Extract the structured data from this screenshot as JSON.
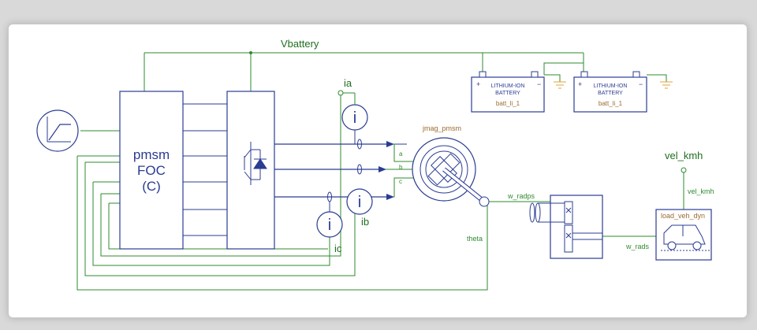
{
  "colors": {
    "wire_green": "#2e8b2e",
    "block_blue": "#2b3c93",
    "label_dark_green": "#1f6e1f",
    "label_brown": "#9a6b2e",
    "ground_orange": "#e3a23a"
  },
  "labels": {
    "vbattery": "Vbattery",
    "controller_line1": "pmsm",
    "controller_line2": "FOC",
    "controller_line3": "(C)",
    "ia": "ia",
    "ib": "ib",
    "ic": "ic",
    "sensor_symbol": "i",
    "phase_a": "a",
    "phase_b": "b",
    "phase_c": "c",
    "motor_name": "jmag_pmsm",
    "theta": "theta",
    "w_radps": "w_radps",
    "w_rads": "w_rads",
    "vel_kmh_title": "vel_kmh",
    "vel_kmh_pin": "vel_kmh",
    "vehicle_name": "load_veh_dyn",
    "battery_line1": "LITHIUM-ION",
    "battery_line2": "BATTERY",
    "battery_name_1": "batt_li_1",
    "battery_name_2": "batt_li_1",
    "plus": "+",
    "minus": "−"
  },
  "icons": [
    "ramp-source-icon",
    "inverter-switch-icon",
    "current-sensor-icon",
    "motor-icon",
    "gearbox-icon",
    "vehicle-icon",
    "ground-icon"
  ]
}
